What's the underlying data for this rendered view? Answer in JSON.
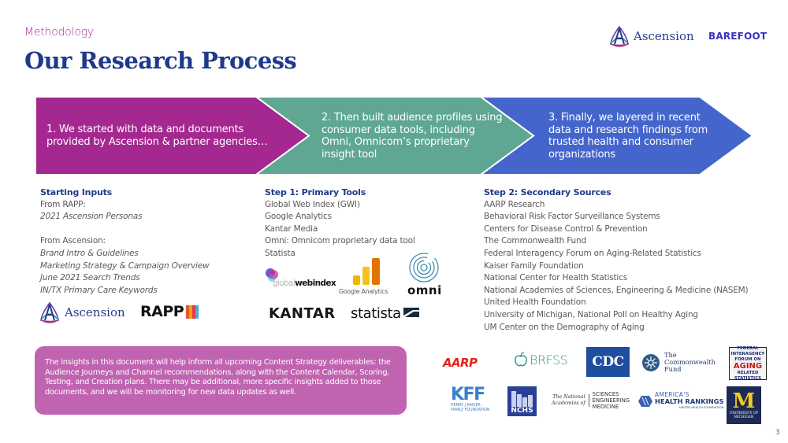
{
  "header": {
    "eyebrow": "Methodology",
    "title": "Our Research Process",
    "logos": {
      "ascension": "Ascension",
      "barefoot": "BAREFOOT"
    }
  },
  "process": {
    "steps": [
      {
        "label": "1. We started with data and documents provided by Ascension & partner agencies…",
        "color": "#a4288f"
      },
      {
        "label": "2. Then built audience profiles using consumer data tools, including Omni, Omnicom’s proprietary insight tool",
        "color": "#5fa792"
      },
      {
        "label": "3. Finally, we layered in recent data and research findings from trusted health and consumer organizations",
        "color": "#4466cc"
      }
    ]
  },
  "starting_inputs": {
    "heading": "Starting Inputs",
    "groups": [
      {
        "source": "From RAPP:",
        "items": [
          "2021 Ascension Personas"
        ]
      },
      {
        "source": "From Ascension:",
        "items": [
          "Brand Intro & Guidelines",
          "Marketing Strategy & Campaign Overview",
          "June 2021 Search Trends",
          "IN/TX Primary Care Keywords"
        ]
      }
    ],
    "logos": {
      "ascension": "Ascension",
      "rapp": "RAPP",
      "rapp_bars": [
        "#e4572e",
        "#f0a202",
        "#e63946",
        "#4ea8de"
      ]
    }
  },
  "primary_tools": {
    "heading": "Step 1: Primary Tools",
    "items": [
      "Global Web Index (GWI)",
      "Google Analytics",
      "Kantar Media",
      "Omni: Omnicom proprietary data tool",
      "Statista"
    ],
    "logos": {
      "gwi_light": "global",
      "gwi_bold": "webindex",
      "google_analytics": "Google Analytics",
      "omni": "omni",
      "kantar": "KANTAR",
      "statista": "statista"
    }
  },
  "secondary_sources": {
    "heading": "Step 2: Secondary Sources",
    "items": [
      "AARP Research",
      "Behavioral Risk Factor Surveillance Systems",
      "Centers for Disease Control & Prevention",
      "The Commonwealth Fund",
      "Federal Interagency Forum on Aging-Related Statistics",
      "Kaiser Family Foundation",
      "National Center for Health Statistics",
      "National Academies of Sciences, Engineering & Medicine (NASEM)",
      "United Health Foundation",
      "University of Michigan, National Poll on Healthy Aging",
      "UM Center on the Demography of Aging"
    ],
    "logos": {
      "aarp": "AARP",
      "brfss": "BRFSS",
      "cdc": "CDC",
      "commonwealth": [
        "The",
        "Commonwealth",
        "Fund"
      ],
      "fifars_top": [
        "FEDERAL",
        "INTERAGENCY",
        "FORUM ON"
      ],
      "fifars_mid": "AGING",
      "fifars_bot": [
        "RELATED",
        "STATISTICS"
      ],
      "kff": "KFF",
      "kff_sub": [
        "HENRY J KAISER",
        "FAMILY FOUNDATION"
      ],
      "nchs": "NCHS",
      "nasem_left": [
        "The National",
        "Academies of"
      ],
      "nasem_right": [
        "SCIENCES",
        "ENGINEERING",
        "MEDICINE"
      ],
      "ahr_top": "AMERICA'S",
      "ahr_main": "HEALTH RANKINGS",
      "ahr_sub": "UNITED HEALTH FOUNDATION",
      "umich_mark": "M",
      "umich_text": [
        "UNIVERSITY OF",
        "MICHIGAN"
      ]
    }
  },
  "note": "The insights in this document will help inform all upcoming Content Strategy deliverables: the Audience Journeys and Channel recommendations, along with the Content Calendar, Scoring, Testing, and Creation plans. There may be additional, more specific insights added to those documents, and we will be monitoring for new data updates as well.",
  "page_number": "3"
}
